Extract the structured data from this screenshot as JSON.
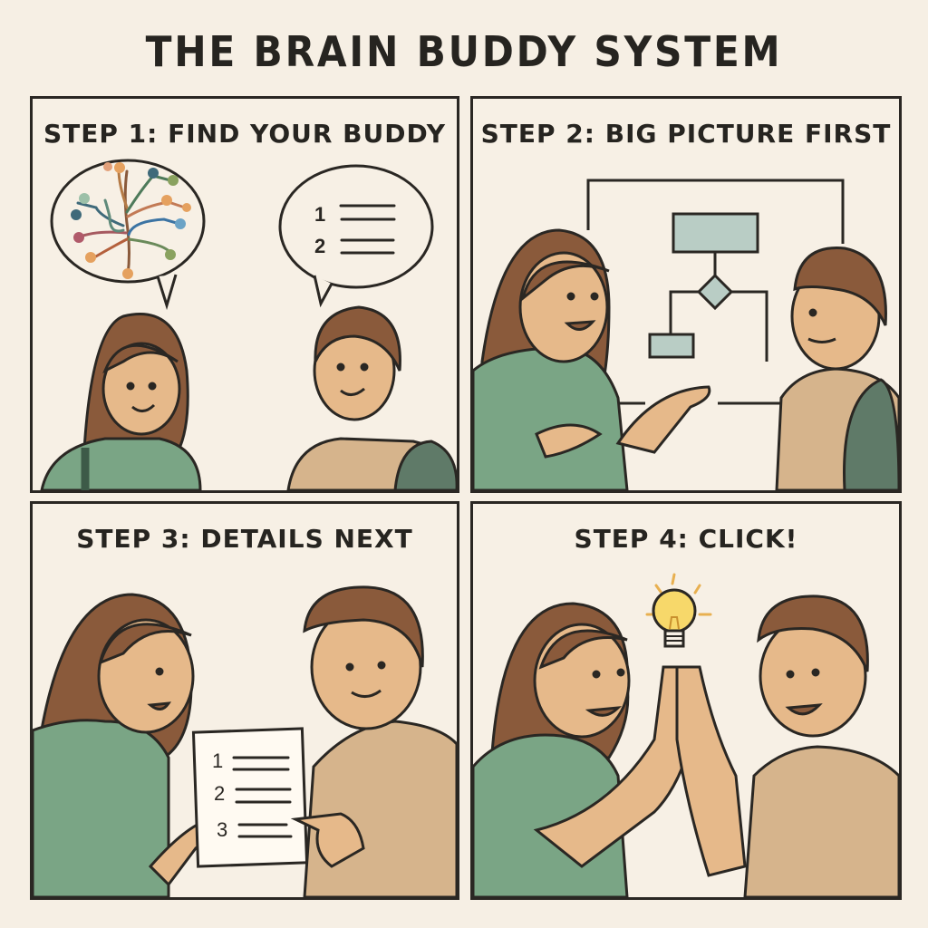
{
  "title": "THE BRAIN BUDDY SYSTEM",
  "colors": {
    "background": "#f6efe4",
    "outline": "#2a2723",
    "skin": "#e6b98a",
    "hair": "#8a5a3b",
    "shirt_green": "#7aa585",
    "shirt_tan": "#d6b48c",
    "flowchart_fill": "#b9cdc5",
    "bulb_yellow": "#f7d86a"
  },
  "panels": [
    {
      "step": "STEP 1: FIND YOUR BUDDY",
      "left_bubble": {
        "type": "thought",
        "content": "mind-map-icon"
      },
      "right_bubble": {
        "type": "speech",
        "list_numbers": [
          "1",
          "2"
        ]
      }
    },
    {
      "step": "STEP 2: BIG PICTURE FIRST",
      "illustration": "flowchart-icon"
    },
    {
      "step": "STEP 3: DETAILS NEXT",
      "paper_list_numbers": [
        "1",
        "2",
        "3"
      ]
    },
    {
      "step": "STEP 4: CLICK!",
      "illustration": "lightbulb-icon"
    }
  ]
}
